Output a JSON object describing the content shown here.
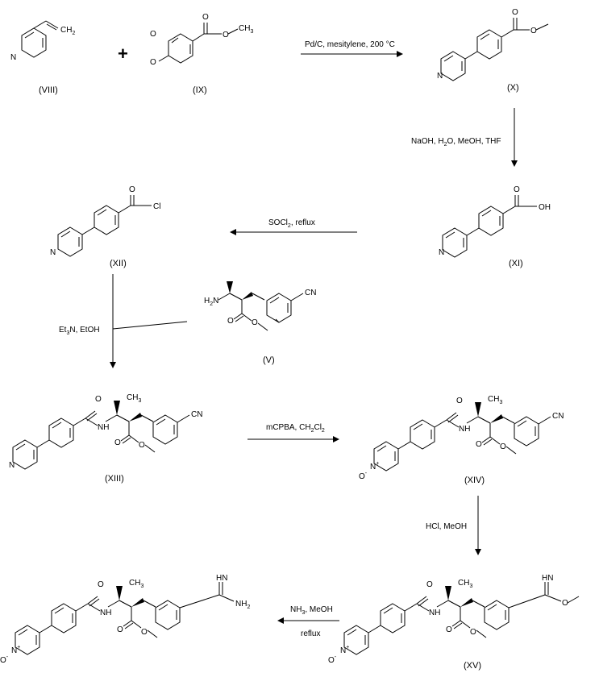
{
  "compounds": {
    "viii": "(VIII)",
    "ix": "(IX)",
    "x": "(X)",
    "xi": "(XI)",
    "xii": "(XII)",
    "v": "(V)",
    "xiii": "(XIII)",
    "xiv": "(XIV)",
    "xv": "(XV)"
  },
  "symbols": {
    "plus": "+"
  },
  "atoms": {
    "n": "N",
    "o": "O",
    "ch2": "CH",
    "ch2_sub": "2",
    "ch3": "CH",
    "ch3_sub": "3",
    "oh": "OH",
    "cl": "Cl",
    "h2n": "H",
    "h2n_sub": "2",
    "h2n_n": "N",
    "nh": "N",
    "nh_h": "H",
    "cn": "CN",
    "n_plus": "N",
    "plus": "+",
    "o_minus": "O",
    "minus": "-",
    "hn": "HN",
    "nh2": "NH",
    "nh2_sub": "2"
  },
  "conditions": {
    "step1": "Pd/C, mesitylene, 200 °C",
    "step2_pre": "NaOH, H",
    "step2_sub": "2",
    "step2_post": "O, MeOH, THF",
    "step3_pre": "SOCl",
    "step3_sub": "2",
    "step3_post": ", reflux",
    "step4_pre": "Et",
    "step4_sub": "3",
    "step4_post": "N, EtOH",
    "step5_pre": "mCPBA, CH",
    "step5_sub1": "2",
    "step5_mid": "Cl",
    "step5_sub2": "2",
    "step6": "HCl, MeOH",
    "step7_pre": "NH",
    "step7_sub": "3",
    "step7_post": ", MeOH",
    "step7_line2": "reflux"
  }
}
